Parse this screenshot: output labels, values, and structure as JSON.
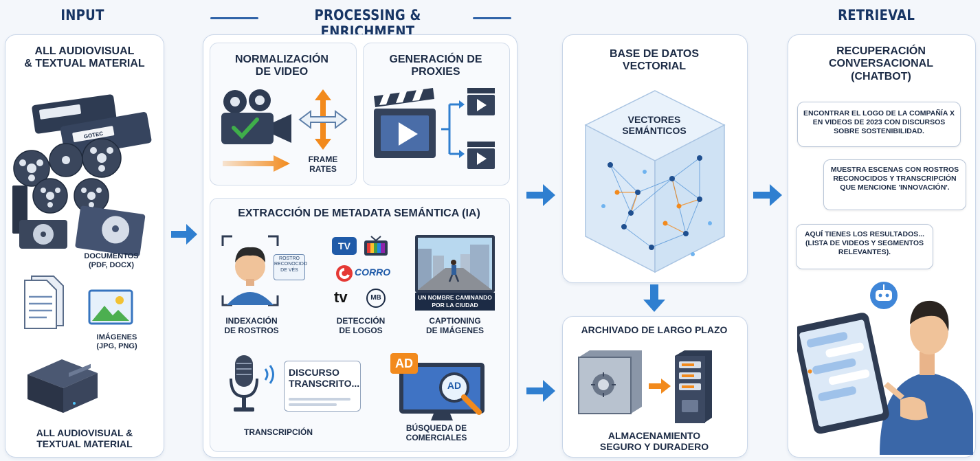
{
  "headers": {
    "input": "INPUT",
    "processing": "PROCESSING & ENRICHMENT",
    "retrieval": "RETRIEVAL"
  },
  "input": {
    "title": "ALL AUDIOVISUAL\n& TEXTUAL MATERIAL",
    "tape_label": "GOTEC",
    "documents": "DOCUMENTOS\n(PDF, DOCX)",
    "images": "IMÁGENES\n(JPG, PNG)",
    "footer": "ALL AUDIOVISUAL &\nTEXTUAL MATERIAL"
  },
  "processing": {
    "normalization": {
      "title": "NORMALIZACIÓN\nDE VIDEO",
      "frame_rates": "FRAME\nRATES"
    },
    "proxies": {
      "title": "GENERACIÓN DE\nPROXIES"
    },
    "metadata": {
      "title": "EXTRACCIÓN DE METADATA SEMÁNTICA (IA)",
      "face_tag": "ROSTRO\nRECONOCIDO\nDE VÉS",
      "face_label": "INDEXACIÓN\nDE ROSTROS",
      "logos": {
        "tv1": "TV",
        "corro": "CORRO",
        "tv2": "tv",
        "mb": "MB",
        "label": "DETECCIÓN\nDE LOGOS"
      },
      "caption_text": "UN NOMBRE CAMINANDO\nPOR LA CIUDAD",
      "caption_label": "CAPTIONING\nDE IMÁGENES",
      "transcript_box": "DISCURSO\nTRANSCRITO...",
      "transcript_label": "TRANSCRIPCIÓN",
      "ad_badge": "AD",
      "ad_screen": "AD",
      "ad_label": "BÚSQUEDA DE\nCOMERCIALES"
    }
  },
  "storage": {
    "vector_db_title": "BASE DE DATOS\nVECTORIAL",
    "vectors_label": "VECTORES\nSEMÁNTICOS",
    "archive_title": "ARCHIVADO DE LARGO PLAZO",
    "archive_label": "ALMACENAMIENTO\nSEGURO Y DURADERO"
  },
  "retrieval": {
    "title": "RECUPERACIÓN\nCONVERSACIONAL\n(CHATBOT)",
    "bubble1": "ENCONTRAR EL LOGO DE LA COMPAÑÍA X EN VIDEOS DE 2023 CON DISCURSOS SOBRE SOSTENIBILIDAD.",
    "bubble2": "MUESTRA ESCENAS CON ROSTROS RECONOCIDOS Y TRANSCRIPCIÓN QUE MENCIONE 'INNOVACIÓN'.",
    "bubble3": "AQUÍ TIENES LOS RESULTADOS... (LISTA DE VIDEOS Y SEGMENTOS RELEVANTES)."
  },
  "colors": {
    "navy": "#173564",
    "accent_blue": "#2f7fd0",
    "orange": "#f28a1d",
    "green": "#3fae4a"
  }
}
